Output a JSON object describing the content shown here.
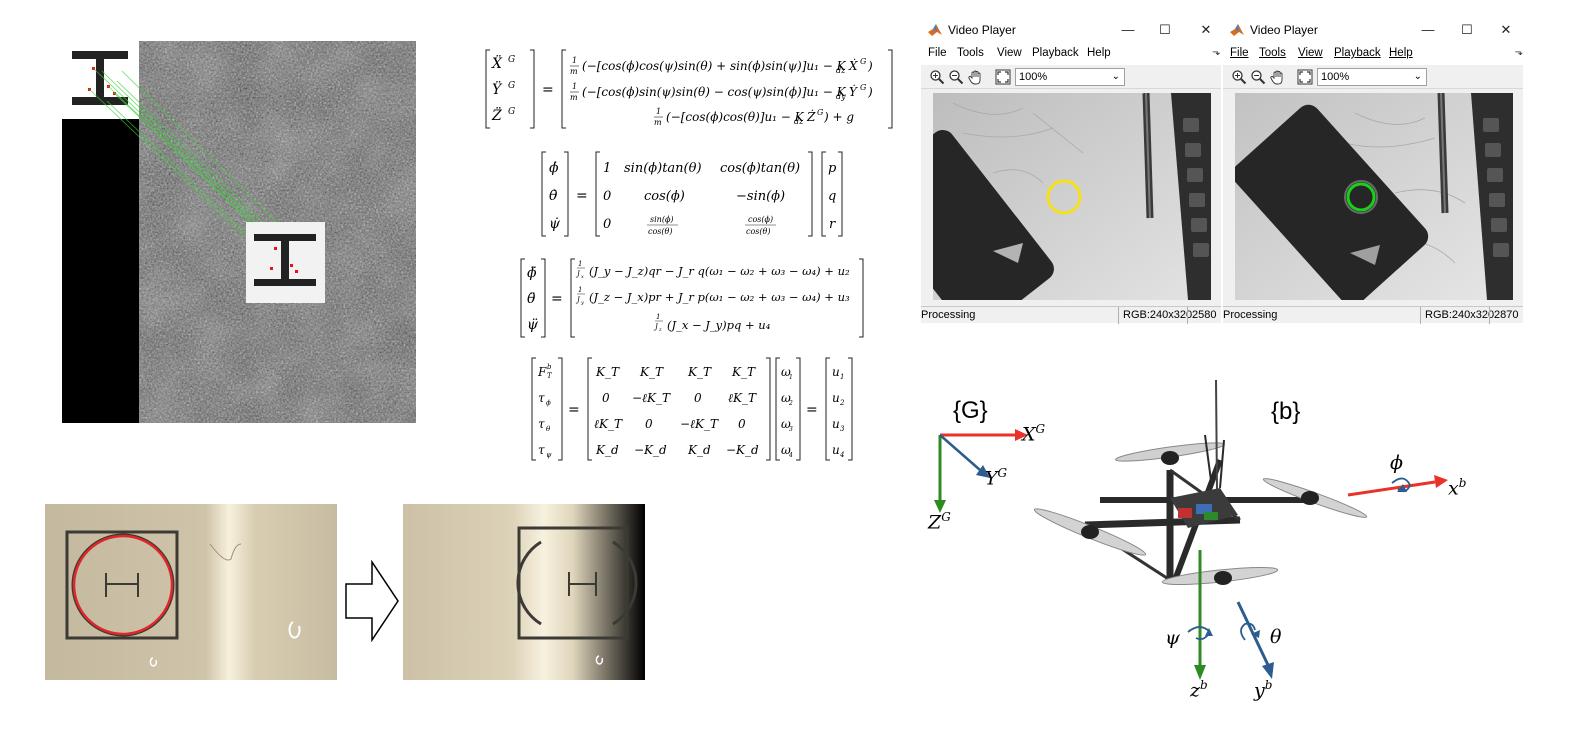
{
  "video_players": [
    {
      "title": "Video Player",
      "window_buttons": [
        "—",
        "☐",
        "✕"
      ],
      "menu": [
        "File",
        "Tools",
        "View",
        "Playback",
        "Help"
      ],
      "menu_underlined": false,
      "zoom": "100%",
      "tools": [
        "zoom-in-icon",
        "zoom-out-icon",
        "pan-hand-icon",
        "fit-to-window-icon"
      ],
      "status": "Processing",
      "resolution": "RGB:240x320",
      "frame_number": "2580",
      "marker_color": "#f5e11a"
    },
    {
      "title": "Video Player",
      "window_buttons": [
        "—",
        "☐",
        "✕"
      ],
      "menu": [
        "File",
        "Tools",
        "View",
        "Playback",
        "Help"
      ],
      "menu_underlined": true,
      "zoom": "100%",
      "tools": [
        "zoom-in-icon",
        "zoom-out-icon",
        "pan-hand-icon",
        "fit-to-window-icon"
      ],
      "status": "Processing",
      "resolution": "RGB:240x320",
      "frame_number": "2870",
      "marker_color": "#19d11a"
    }
  ],
  "frames_diagram": {
    "global_label": "{G}",
    "body_label": "{b}",
    "axes": {
      "XG": "X",
      "XG_sup": "G",
      "YG": "Y",
      "YG_sup": "G",
      "ZG": "Z",
      "ZG_sup": "G",
      "xb": "x",
      "xb_sup": "b",
      "yb": "y",
      "yb_sup": "b",
      "zb": "z",
      "zb_sup": "b"
    },
    "angles": {
      "roll": "ϕ",
      "pitch": "θ",
      "yaw": "ψ"
    },
    "colors": {
      "x_axis": "#e8322a",
      "y_axis": "#2d5d8e",
      "z_axis": "#2e8b22"
    }
  },
  "equations": {
    "eq1": {
      "lhs": [
        "Ẍ",
        "Ÿ",
        "Z̈"
      ],
      "lhs_sup": "G",
      "rows": [
        "(−[cos(ϕ)cos(ψ)sin(θ) + sin(ϕ)sin(ψ)]u₁ − K",
        "(−[cos(ϕ)sin(ψ)sin(θ) − cos(ψ)sin(ϕ)]u₁ − K",
        "(−[cos(ϕ)cos(θ)]u₁ − K"
      ],
      "row_tails": [
        "dz",
        "dy",
        "dz"
      ],
      "row_vars": [
        "Ẋ",
        "Ẏ",
        "Ż"
      ],
      "frac_num": "1",
      "frac_den": "m",
      "last_suffix": ") + g",
      "close": ")"
    },
    "eq2": {
      "lhs": [
        "ϕ̇",
        "θ̇",
        "ψ̇"
      ],
      "matrix": [
        [
          "1",
          "sin(ϕ)tan(θ)",
          "cos(ϕ)tan(θ)"
        ],
        [
          "0",
          "cos(ϕ)",
          "−sin(ϕ)"
        ],
        [
          "0",
          "sin(ϕ)",
          "cos(ϕ)"
        ]
      ],
      "fraction_den": "cos(θ)",
      "rhs": [
        "p",
        "q",
        "r"
      ]
    },
    "eq3": {
      "lhs": [
        "ϕ̈",
        "θ̈",
        "ψ̈"
      ],
      "inertias": [
        "x",
        "y",
        "z"
      ],
      "rows": [
        "[(J",
        "[(J",
        "[(J"
      ],
      "row1": "(J_y − J_z)qr − J_r q(ω₁ − ω₂ + ω₃ − ω₄) + u₂",
      "row2": "(J_z − J_x)pr + J_r p(ω₁ − ω₂ + ω₃ − ω₄) + u₃",
      "row3": "(J_x − J_y)pq + u₄"
    },
    "eq4": {
      "lhs": [
        "F",
        "τ",
        "τ",
        "τ"
      ],
      "lhs_subs": [
        "T",
        "ϕ",
        "θ",
        "ψ"
      ],
      "lhs_sup_first": "b",
      "matrix": [
        [
          "K_T",
          "K_T",
          "K_T",
          "K_T"
        ],
        [
          "0",
          "−ℓK_T",
          "0",
          "ℓK_T"
        ],
        [
          "ℓK_T",
          "0",
          "−ℓK_T",
          "0"
        ],
        [
          "K_d",
          "−K_d",
          "K_d",
          "−K_d"
        ]
      ],
      "omegas": [
        "ω",
        "ω",
        "ω",
        "ω"
      ],
      "omega_subs": [
        "1",
        "2",
        "3",
        "4"
      ],
      "u": [
        "u",
        "u",
        "u",
        "u"
      ],
      "u_subs": [
        "1",
        "2",
        "3",
        "4"
      ]
    }
  }
}
